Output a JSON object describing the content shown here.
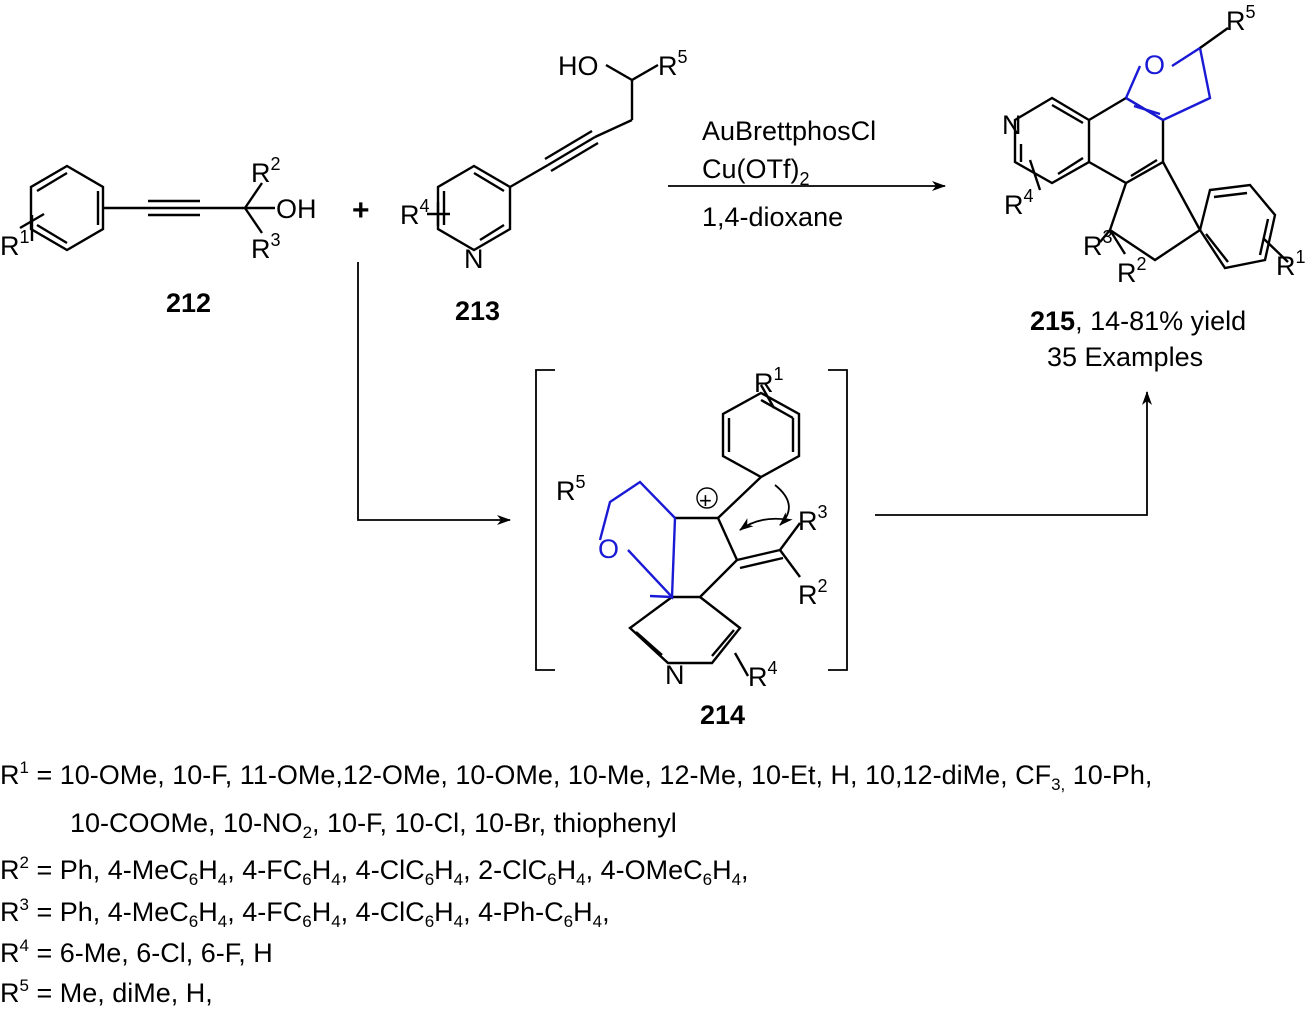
{
  "compounds": {
    "c212": "212",
    "c213": "213",
    "c214": "214",
    "c215": "215"
  },
  "labels": {
    "R1": "R",
    "R1_sup": "1",
    "R2": "R",
    "R2_sup": "2",
    "R3": "R",
    "R3_sup": "3",
    "R4": "R",
    "R4_sup": "4",
    "R5": "R",
    "R5_sup": "5",
    "OH": "OH",
    "HO": "HO",
    "N": "N",
    "O": "O",
    "plus": "+",
    "cation": "+"
  },
  "conditions": {
    "catalyst": "AuBrettphosCl",
    "additive_main": "Cu(OTf)",
    "additive_sub": "2",
    "solvent": "1,4-dioxane"
  },
  "product_info": {
    "yield": ", 14-81% yield",
    "examples": "35 Examples"
  },
  "legend": {
    "r1_line1": " = 10-OMe, 10-F, 11-OMe,12-OMe, 10-OMe, 10-Me, 12-Me, 10-Et, H, 10,12-diMe, CF",
    "r1_line1_sub": "3,",
    "r1_line1_end": " 10-Ph,",
    "r1_line2a": "10-COOMe, 10-NO",
    "r1_line2_sub": "2",
    "r1_line2b": ", 10-F, 10-Cl, 10-Br, thiophenyl",
    "r2_a": " = Ph, 4-MeC",
    "r2_b": "H",
    "r2_c": ", 4-FC",
    "r2_d": "H",
    "r2_e": ", 4-ClC",
    "r2_f": "H",
    "r2_g": ", 2-ClC",
    "r2_h": "H",
    "r2_i": ", 4-OMeC",
    "r2_j": "H",
    "r2_k": ",",
    "r3_a": " = Ph, 4-MeC",
    "r3_b": "H",
    "r3_c": ", 4-FC",
    "r3_d": "H",
    "r3_e": ", 4-ClC",
    "r3_f": "H",
    "r3_g": ", 4-Ph-C",
    "r3_h": "H",
    "r3_i": ",",
    "sub6": "6",
    "sub4": "4",
    "r4": " = 6-Me, 6-Cl, 6-F, H",
    "r5": " = Me, diMe, H,"
  }
}
